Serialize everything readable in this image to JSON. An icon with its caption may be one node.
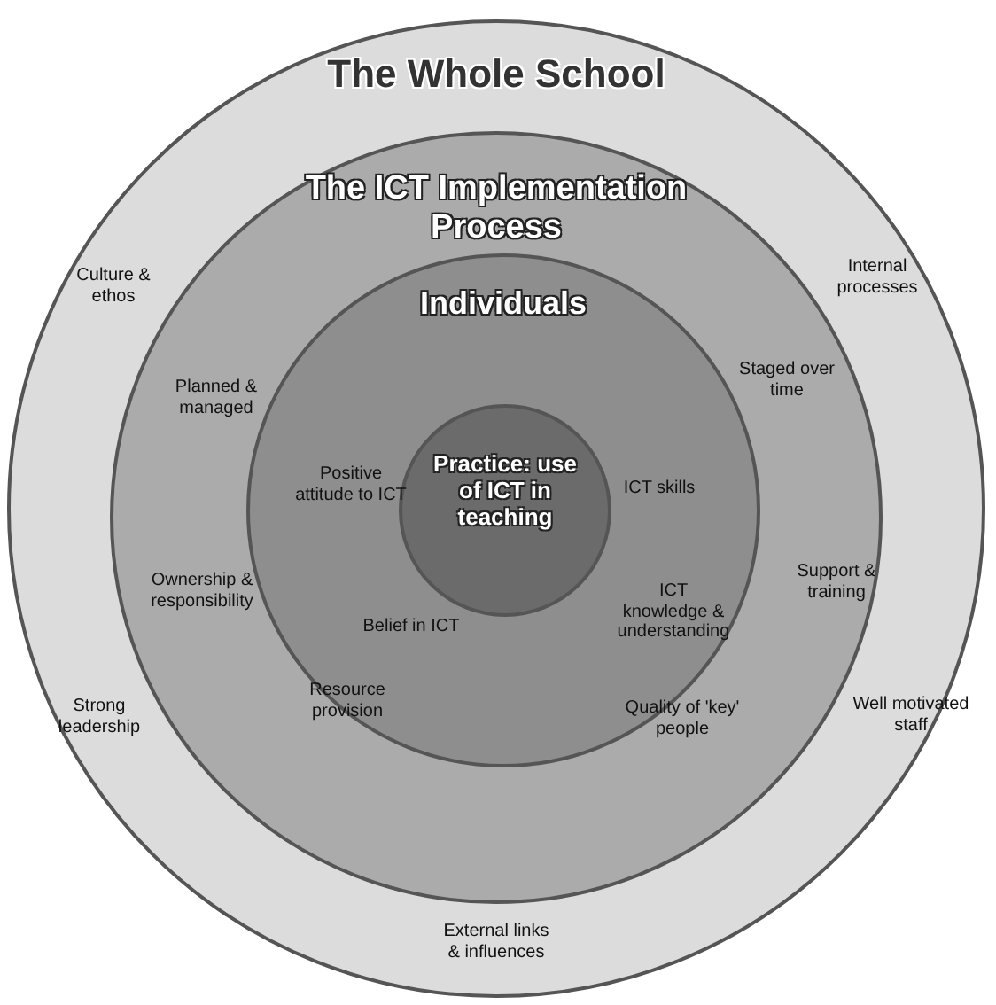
{
  "diagram": {
    "nodes": [
      {
        "text": [
          "The Whole School"
        ]
      },
      {
        "text": [
          "The ICT Implementation Process"
        ],
        "in": 0
      },
      {
        "text": [
          "Individuals"
        ],
        "in": 1
      },
      {
        "text": [
          "Practice: use of ICT in teaching"
        ],
        "in": 2
      }
    ],
    "labels": [
      "Culture & ethos",
      "Internal processes",
      "Planned & managed",
      "Staged over time",
      "Positive attitude to ICT",
      "ICT skills",
      "Ownership & responsibility",
      "Support & training",
      "Belief in ICT",
      "ICT knowledge & understanding",
      "Strong leadership",
      "Resource provision",
      "Quality of 'key' people",
      "Well motivated staff",
      "External links & influences"
    ]
  }
}
